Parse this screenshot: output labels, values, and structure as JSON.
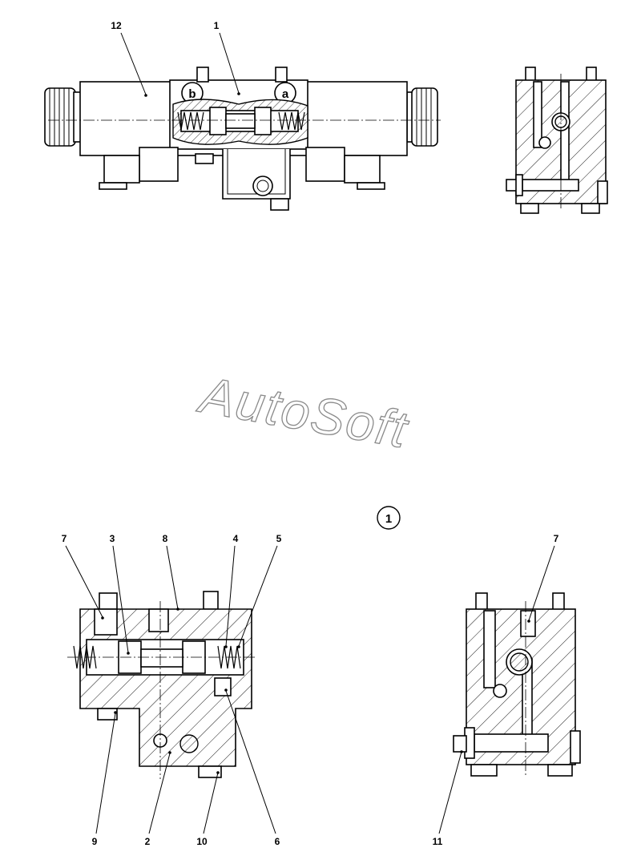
{
  "callouts": {
    "top": [
      {
        "id": "12",
        "text": "12"
      },
      {
        "id": "1",
        "text": "1"
      }
    ],
    "bottom_left": [
      {
        "id": "7",
        "text": "7"
      },
      {
        "id": "3",
        "text": "3"
      },
      {
        "id": "8",
        "text": "8"
      },
      {
        "id": "4",
        "text": "4"
      },
      {
        "id": "5",
        "text": "5"
      },
      {
        "id": "9",
        "text": "9"
      },
      {
        "id": "2",
        "text": "2"
      },
      {
        "id": "10",
        "text": "10"
      },
      {
        "id": "6",
        "text": "6"
      }
    ],
    "bottom_right": [
      {
        "id": "7",
        "text": "7"
      },
      {
        "id": "11",
        "text": "11"
      }
    ]
  },
  "valve_ports": {
    "left": "b",
    "right": "a"
  },
  "watermark": "AutoSoft",
  "detail_marker": "1",
  "colors": {
    "line": "#000000",
    "background": "#ffffff",
    "watermark_outline": "#8a8a8a"
  }
}
